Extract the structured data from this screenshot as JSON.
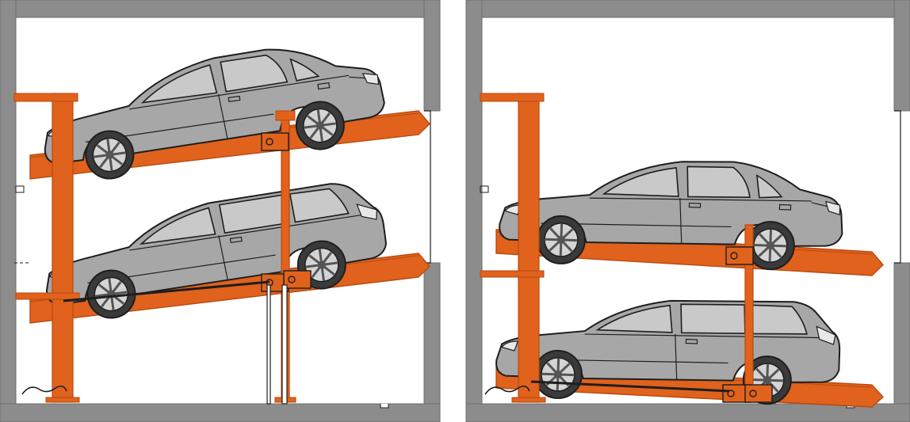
{
  "figure": {
    "panels": [
      {
        "id": "left",
        "state": "tilted-platforms"
      },
      {
        "id": "right",
        "state": "level-platforms"
      }
    ]
  },
  "colors": {
    "wall": "#8c8c8c",
    "wall_edge": "#6e6e6e",
    "steel": "#e0621c",
    "steel_dark": "#b84a10",
    "car_body": "#a7a7a7",
    "car_window": "#c9c9c9",
    "outline": "#1e1e1e",
    "tire": "#3a3a3a",
    "rim": "#d4d4d4",
    "background": "#ffffff"
  },
  "icons": [
    "sedan-car-icon",
    "estate-car-icon",
    "wheel-icon",
    "lift-post-icon"
  ]
}
